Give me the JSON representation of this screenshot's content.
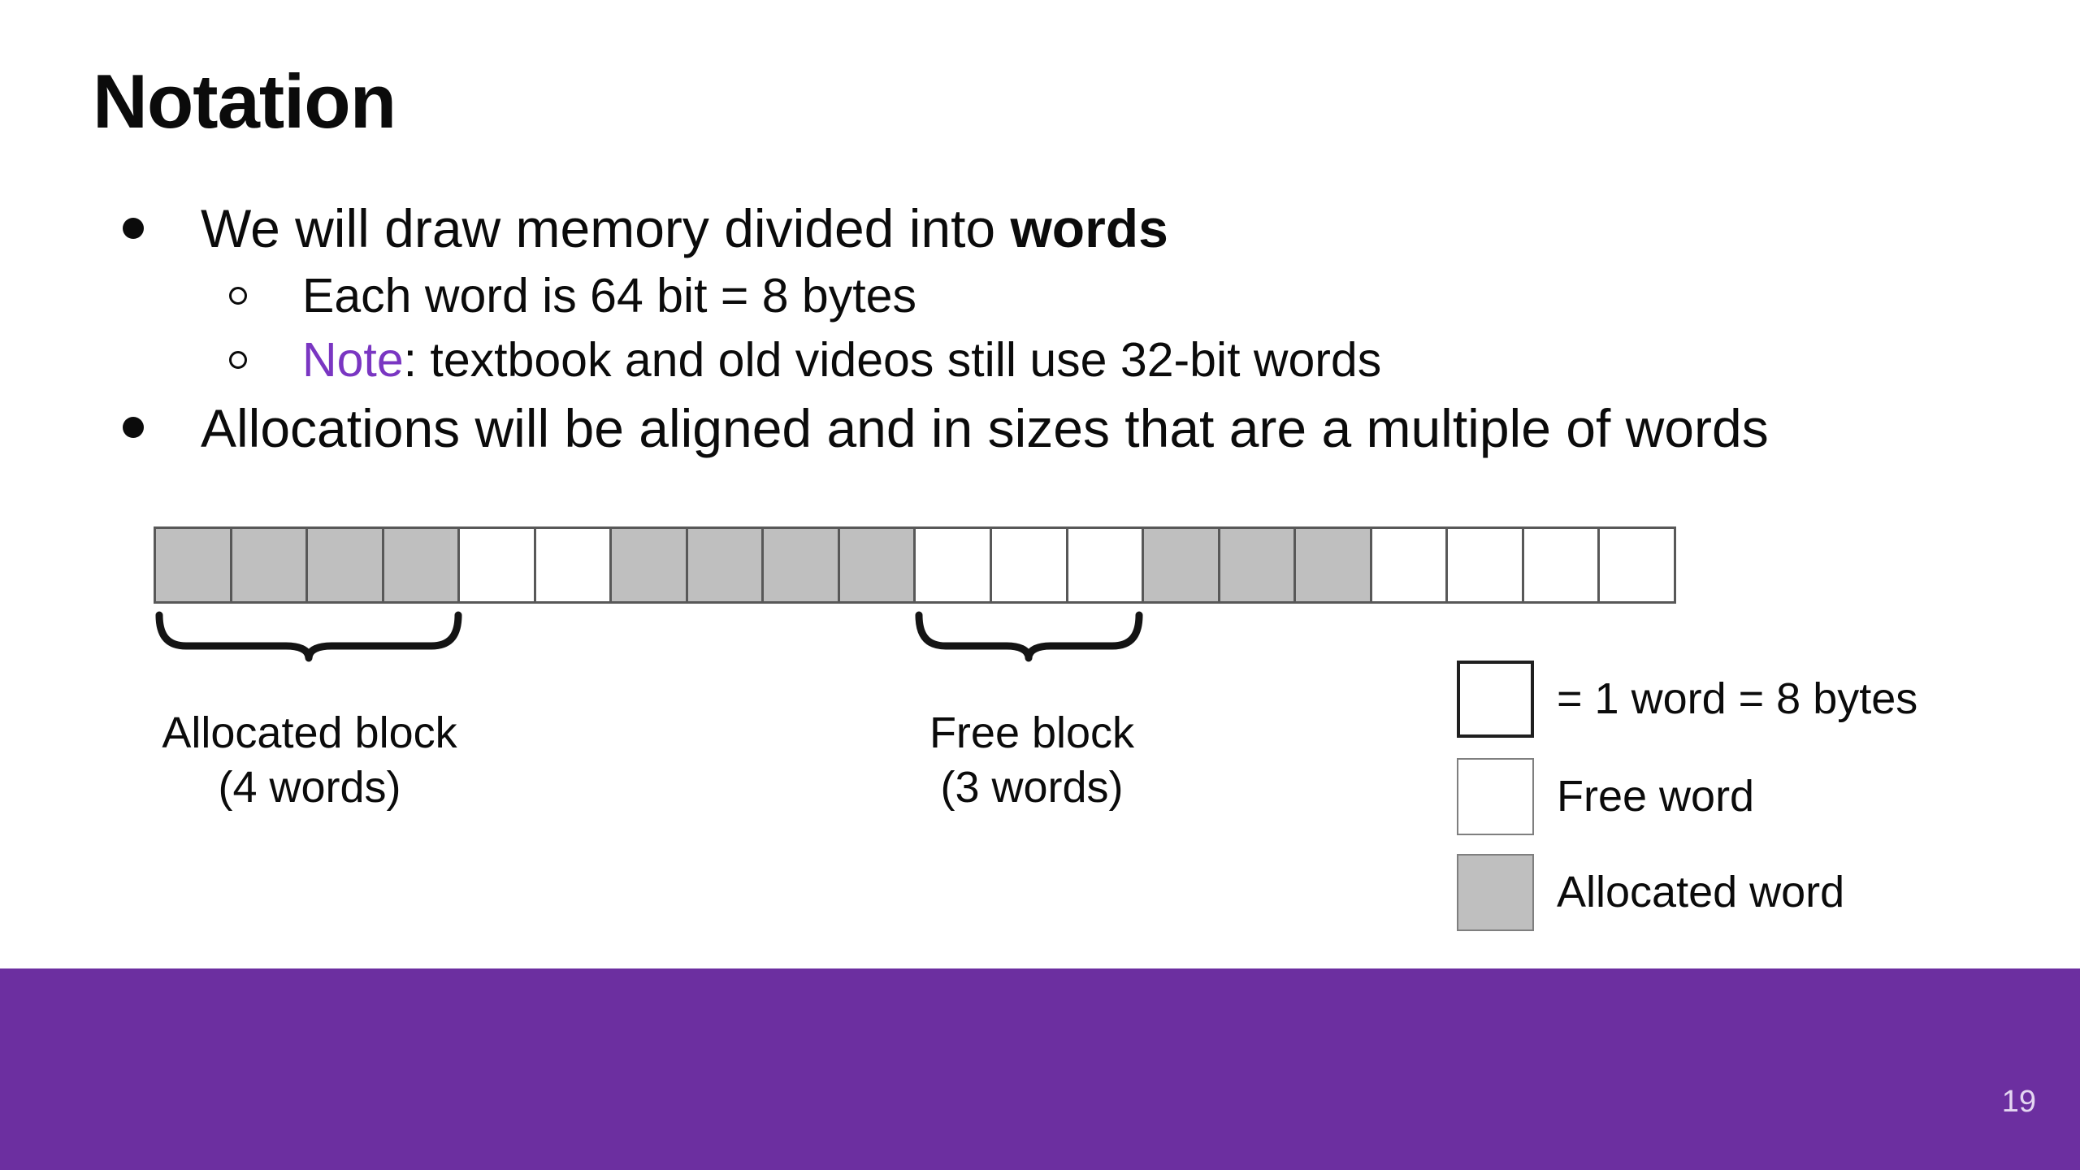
{
  "slide": {
    "title": "Notation",
    "page_number": "19"
  },
  "bullets": {
    "bullet1_text": "We will draw memory divided into ",
    "bullet1_bold": "words",
    "sub1_text": "Each word is 64 bit = 8 bytes",
    "sub2_note": "Note",
    "sub2_rest": ": textbook and old videos still use 32-bit words",
    "bullet2_text": "Allocations will be aligned and in sizes that are a multiple of words"
  },
  "memory_diagram": {
    "total_words": 20,
    "cells": [
      "allocated",
      "allocated",
      "allocated",
      "allocated",
      "free",
      "free",
      "allocated",
      "allocated",
      "allocated",
      "allocated",
      "free",
      "free",
      "free",
      "allocated",
      "allocated",
      "allocated",
      "free",
      "free",
      "free",
      "free"
    ],
    "allocated_block_label": {
      "line1": "Allocated block",
      "line2": "(4 words)"
    },
    "free_block_label": {
      "line1": "Free block",
      "line2": "(3 words)"
    }
  },
  "legend": {
    "items": [
      {
        "swatch": "word-outline",
        "label": "= 1 word = 8 bytes"
      },
      {
        "swatch": "free-word",
        "label": "Free word"
      },
      {
        "swatch": "allocated-word",
        "label": "Allocated word"
      }
    ]
  },
  "colors": {
    "footer_purple": "#6C2FA0",
    "note_purple": "#7A36C2",
    "allocated_gray": "#BFBFBF",
    "cell_border_gray": "#585858",
    "page_number_text": "#E4D6F1"
  }
}
